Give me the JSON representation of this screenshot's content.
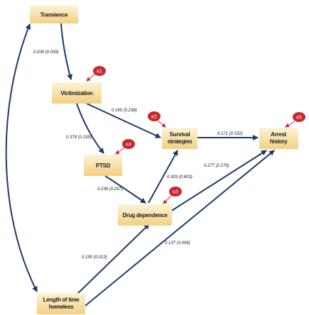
{
  "nodes": {
    "transience": "Transience",
    "victimization": "Victimization",
    "survival_1": "Survival",
    "survival_2": "strategies",
    "arrest_1": "Arrest",
    "arrest_2": "history",
    "ptsd": "PTSD",
    "drug": "Drug dependence",
    "length_1": "Length of time",
    "length_2": "homeless"
  },
  "errors": {
    "e1": "e1",
    "e2": "e2",
    "e3": "e3",
    "e4": "e4",
    "e5": "e5"
  },
  "coefficients": {
    "transience_victimization": "0.204 (0.039)",
    "victimization_survival": "0.160 (0.238)",
    "survival_arrest": "0.171 (0.532)",
    "victimization_ptsd": "0.374 (0.195)",
    "drug_survival": "0.303 (0.803)",
    "drug_arrest": "0.277 (2.276)",
    "ptsd_drug": "0.238 (0.257)",
    "length_drug": "0.150 (0.013)",
    "length_arrest": "0.137 (0.099)"
  },
  "colors": {
    "node_light": "#fdf3d7",
    "node_dark": "#f3d083",
    "arrow": "#1f3a68",
    "error": "#c8282e"
  }
}
